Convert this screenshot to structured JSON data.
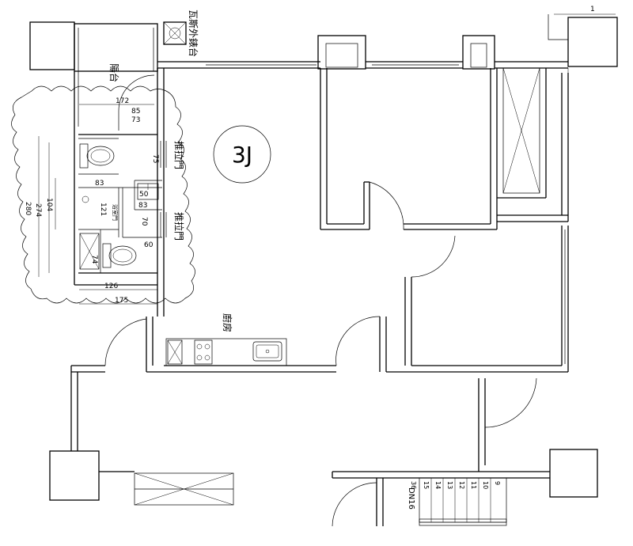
{
  "plan": {
    "unit_label": "3J",
    "room_labels": {
      "balcony": "陽台",
      "gas_meter": "瓦斯外錶台",
      "kitchen": "廚房",
      "sliding_door_top": "推拉門",
      "sliding_door_bottom": "推拉門",
      "bath_door": "浴室門"
    },
    "dimensions": {
      "d172": "172",
      "d85": "85",
      "d73": "73",
      "d75": "75",
      "d83a": "83",
      "d50": "50",
      "d121": "121",
      "d70": "70",
      "d83b": "83",
      "d60": "60",
      "d74": "74",
      "d126": "126",
      "d175": "175",
      "d280": "280",
      "d274": "274",
      "d104": "104"
    },
    "stairs": {
      "direction_label": "DN16",
      "numbers": [
        "36",
        "15",
        "14",
        "13",
        "12",
        "11",
        "10",
        "9"
      ]
    },
    "corner_mark": "1"
  }
}
